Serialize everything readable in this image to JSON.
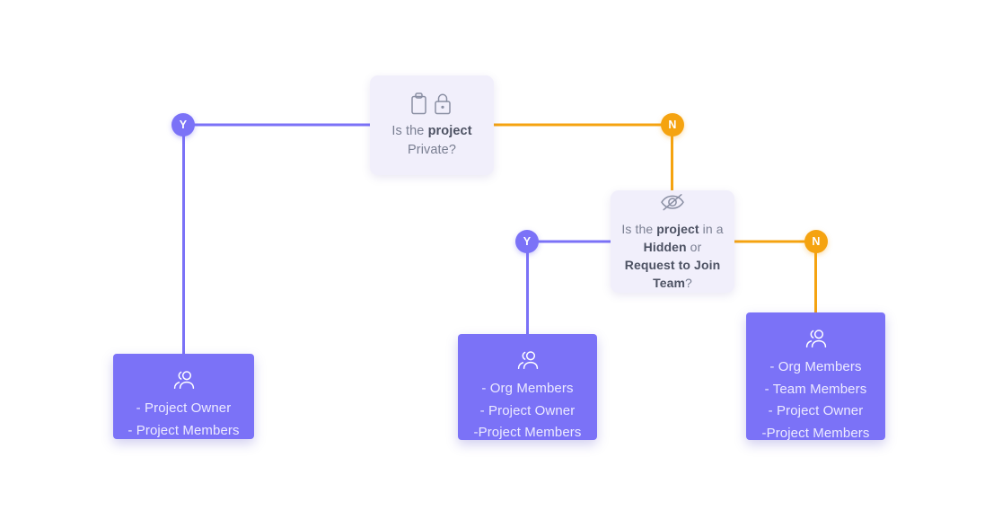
{
  "diagram": {
    "title": "Project visibility permissions flowchart",
    "colors": {
      "purple": "#7b72f7",
      "orange": "#f5a310",
      "card_bg": "#f1effb",
      "page_bg": "#ffffff",
      "question_text": "#7a7f92",
      "question_strong": "#4d5263"
    }
  },
  "decisions": [
    {
      "id": "private",
      "icon_names": [
        "clipboard-icon",
        "lock-icon"
      ],
      "line1_prefix": "Is the ",
      "line1_strong": "project",
      "line2": "Private?"
    },
    {
      "id": "hidden_or_request",
      "icon_names": [
        "eye-slash-icon"
      ],
      "l1_a": "Is the ",
      "l1_strong": "project",
      "l1_b": " in a",
      "l2_strong": "Hidden",
      "l2_b": " or",
      "l3_strong": "Request to Join",
      "l4_strong": "Team",
      "l4_b": "?"
    }
  ],
  "badges": [
    {
      "id": "private-yes",
      "label": "Y",
      "kind": "yes"
    },
    {
      "id": "private-no",
      "label": "N",
      "kind": "no"
    },
    {
      "id": "hidden-yes",
      "label": "Y",
      "kind": "yes"
    },
    {
      "id": "hidden-no",
      "label": "N",
      "kind": "no"
    }
  ],
  "outcomes": [
    {
      "id": "private-yes-outcome",
      "icon_name": "users-icon",
      "lines": [
        "- Project Owner",
        "- Project Members"
      ]
    },
    {
      "id": "hidden-yes-outcome",
      "icon_name": "users-icon",
      "lines": [
        "- Org Members",
        "- Project Owner",
        "-Project Members"
      ]
    },
    {
      "id": "hidden-no-outcome",
      "icon_name": "users-icon",
      "lines": [
        "- Org Members",
        "- Team Members",
        "- Project Owner",
        "-Project Members"
      ]
    }
  ]
}
